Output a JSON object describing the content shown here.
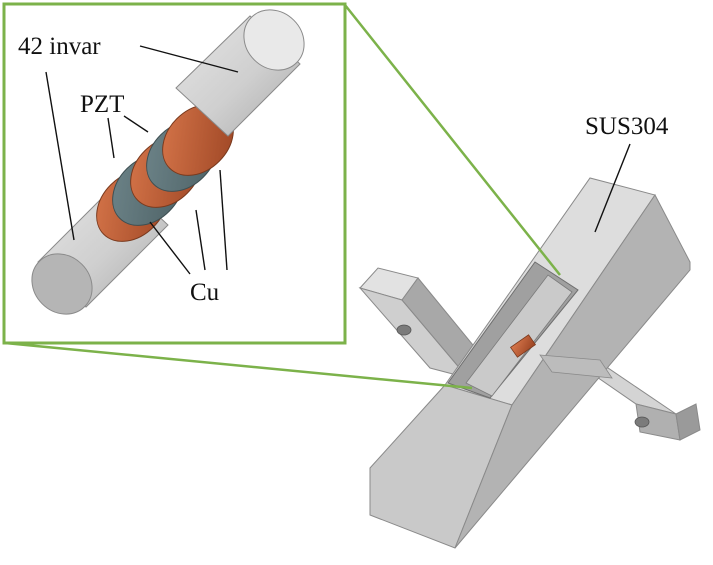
{
  "labels": {
    "invar": "42 invar",
    "pzt": "PZT",
    "cu": "Cu",
    "sus": "SUS304"
  },
  "colors": {
    "zoom_frame": "#7cb24a",
    "metal_light": "#d9d9d9",
    "metal_mid": "#bdbdbd",
    "metal_dark": "#9c9c9c",
    "copper": "#c9643a",
    "copper_dark": "#8e3b1f",
    "pzt": "#5d7378"
  }
}
